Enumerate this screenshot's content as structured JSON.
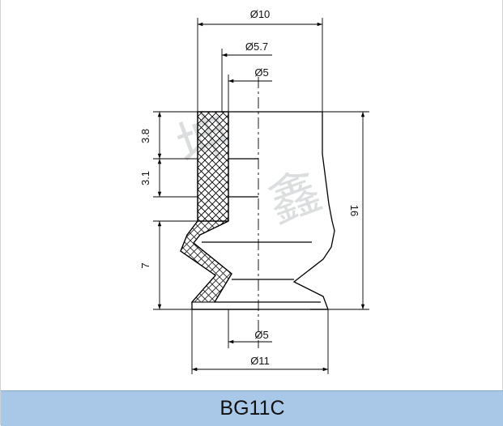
{
  "drawing": {
    "dims": {
      "top_outer_dia": "Ø10",
      "mid_dia": "Ø5.7",
      "inner_dia": "Ø5",
      "bottom_inner_dia": "Ø5",
      "bottom_outer_dia": "Ø11",
      "height_top": "3.8",
      "height_mid": "3.1",
      "height_bellows": "7",
      "total_height": "16"
    },
    "watermark": "坤 鑫"
  },
  "caption": {
    "model": "BG11C"
  },
  "colors": {
    "caption_bg": "#a9c8e8",
    "line": "#000000"
  }
}
